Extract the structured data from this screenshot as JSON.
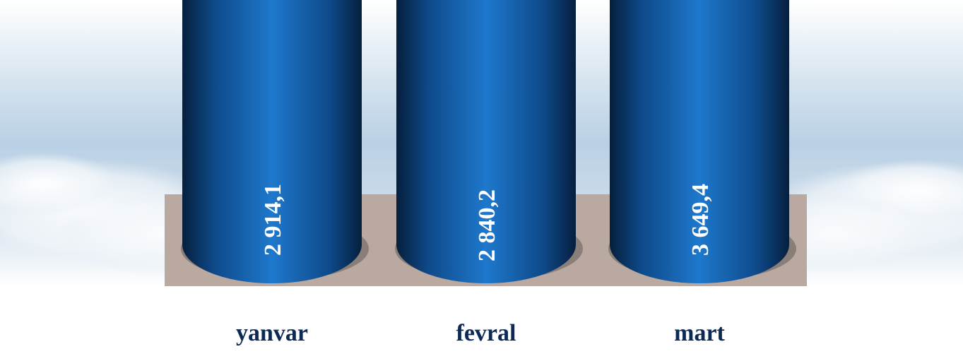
{
  "chart_data": {
    "type": "bar",
    "style": "3d-cylinder",
    "categories": [
      "yanvar",
      "fevral",
      "mart"
    ],
    "values": [
      2914.1,
      2840.2,
      3649.4
    ],
    "value_labels": [
      "2 914,1",
      "2 840,2",
      "3 649,4"
    ],
    "title": "",
    "xlabel": "",
    "ylabel": "",
    "grid": false,
    "legend": "none"
  },
  "colors": {
    "bar_top": "#0b2a48",
    "bar_body_dark": "#06264a",
    "bar_body_light": "#1a6fc4",
    "floor": "#b9a9a0",
    "label_text": "#ffffff",
    "category_text": "#0d2a55"
  }
}
